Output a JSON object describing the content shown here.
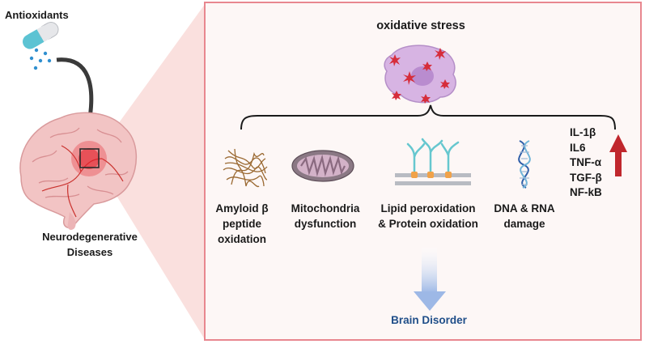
{
  "antioxidants_label": "Antioxidants",
  "disease_label_line1": "Neurodegenerative",
  "disease_label_line2": "Diseases",
  "stress_title": "oxidative stress",
  "effects": [
    {
      "line1": "Amyloid β",
      "line2": "peptide",
      "line3": "oxidation",
      "icon": "amyloid-fibrils-icon"
    },
    {
      "line1": "Mitochondria",
      "line2": "dysfunction",
      "icon": "mitochondrion-icon"
    },
    {
      "line1": "Lipid peroxidation",
      "line2": "& Protein oxidation",
      "icon": "lipid-membrane-icon"
    },
    {
      "line1": "DNA & RNA",
      "line2": "damage",
      "icon": "dna-helix-icon"
    }
  ],
  "cytokines": [
    "IL-1β",
    "IL6",
    "TNF-α",
    "TGF-β",
    "NF-kB"
  ],
  "outcome_label": "Brain Disorder",
  "colors": {
    "panel_border": "#e8878f",
    "panel_fill": "#fdf7f6",
    "arrow_up": "#c0272d",
    "outcome_text": "#1f4e89",
    "brain": "#f2c4c4"
  }
}
